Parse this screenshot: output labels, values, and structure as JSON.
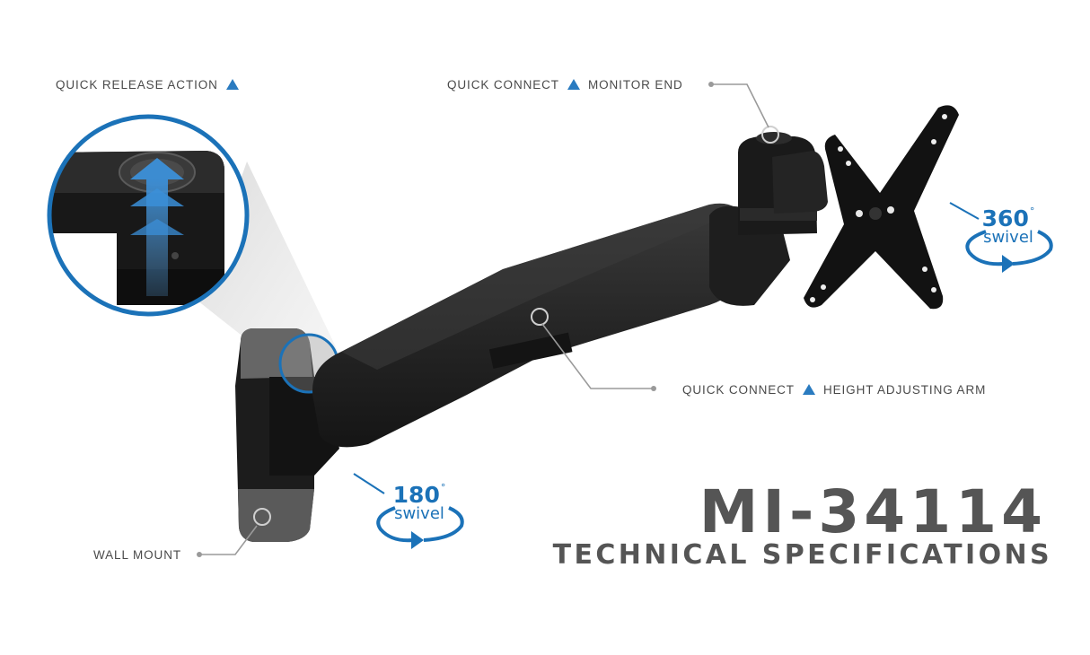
{
  "product": {
    "model": "MI-34114",
    "subtitle": "TECHNICAL SPECIFICATIONS"
  },
  "callouts": {
    "quick_release": {
      "text": "QUICK RELEASE ACTION",
      "marker": "triangle-up"
    },
    "monitor_end": {
      "prefix": "QUICK CONNECT",
      "marker": "triangle-up",
      "suffix": "MONITOR END"
    },
    "height_arm": {
      "prefix": "QUICK CONNECT",
      "marker": "triangle-up",
      "suffix": "HEIGHT ADJUSTING ARM"
    },
    "wall_mount": {
      "text": "WALL MOUNT"
    }
  },
  "swivels": {
    "monitor": {
      "degrees": "360",
      "unit": "°",
      "label": "swivel"
    },
    "wall": {
      "degrees": "180",
      "unit": "°",
      "label": "swivel"
    }
  },
  "colors": {
    "accent_blue": "#1b72b8",
    "text_gray": "#4a4a4a",
    "title_gray": "#555555",
    "product_black": "#1e1e1e",
    "leader_gray": "#9a9a9a"
  }
}
